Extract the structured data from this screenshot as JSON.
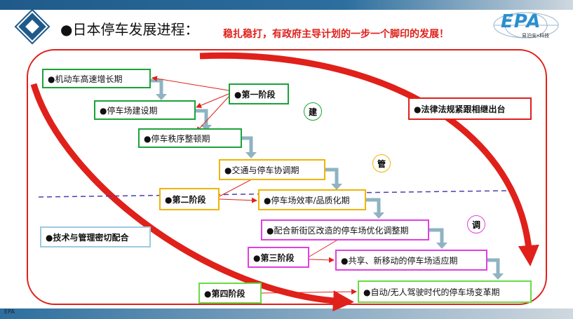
{
  "title": "●日本停车发展进程：",
  "slogan": "稳扎稳打，有政府主导计划的一步一个脚印的发展！",
  "logo": {
    "mark": "EPA",
    "sub": "易泊安•科技"
  },
  "footer_mark": "EPA",
  "periods": [
    "●机动车高速增长期",
    "●停车场建设期",
    "●停车秩序整顿期",
    "●交通与停车协调期",
    "●停车场效率/品质化期",
    "●配合新街区改造的停车场优化调整期",
    "●共享、新移动的停车场适应期",
    "●自动/无人驾驶时代的停车场变革期"
  ],
  "stages": [
    "●第一阶段",
    "●第二阶段",
    "●第三阶段",
    "●第四阶段"
  ],
  "themes": [
    "建",
    "管",
    "调"
  ],
  "notes": {
    "law": "●法律法规紧跟相继出台",
    "tech": "●技术与管理密切配合"
  },
  "colors": {
    "stage1": "#1aa33a",
    "stage2": "#f0b400",
    "stage3": "#e040e0",
    "stage4": "#66dd44",
    "accent": "#e0201a",
    "divider": "#4a3fb0"
  }
}
